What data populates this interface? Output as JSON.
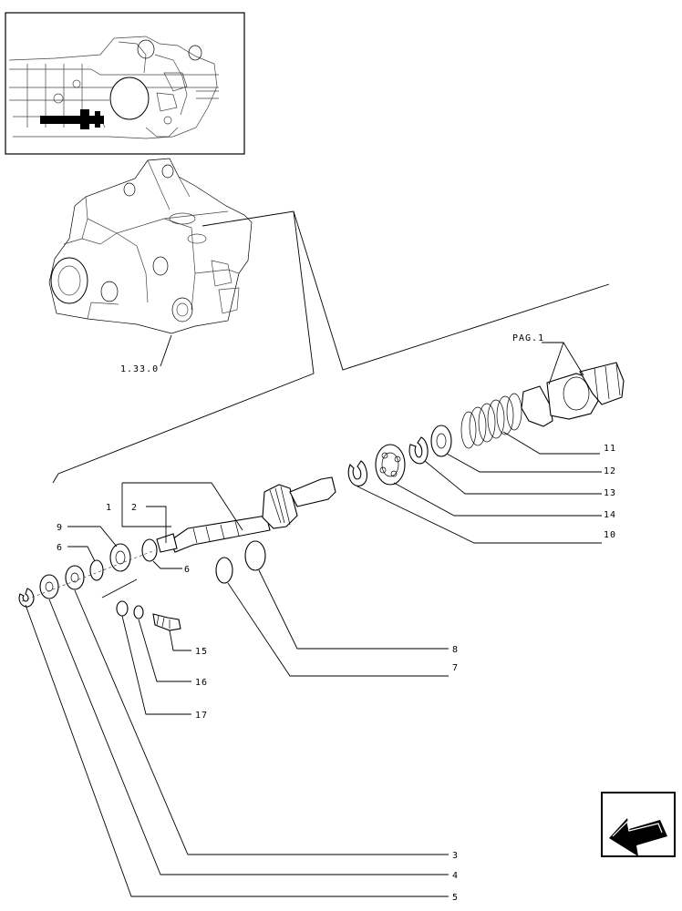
{
  "labels": {
    "pag1": "PAG.1",
    "ref_1330": "1.33.0",
    "n1": "1",
    "n2": "2",
    "n3": "3",
    "n4": "4",
    "n5": "5",
    "n6a": "6",
    "n6b": "6",
    "n7": "7",
    "n8": "8",
    "n9": "9",
    "n10": "10",
    "n11": "11",
    "n12": "12",
    "n13": "13",
    "n14": "14",
    "n15": "15",
    "n16": "16",
    "n17": "17"
  },
  "colors": {
    "ink": "#000000",
    "background": "#ffffff",
    "hatch": "#444444"
  },
  "icons": {
    "nav": "next-page-arrow-icon"
  }
}
